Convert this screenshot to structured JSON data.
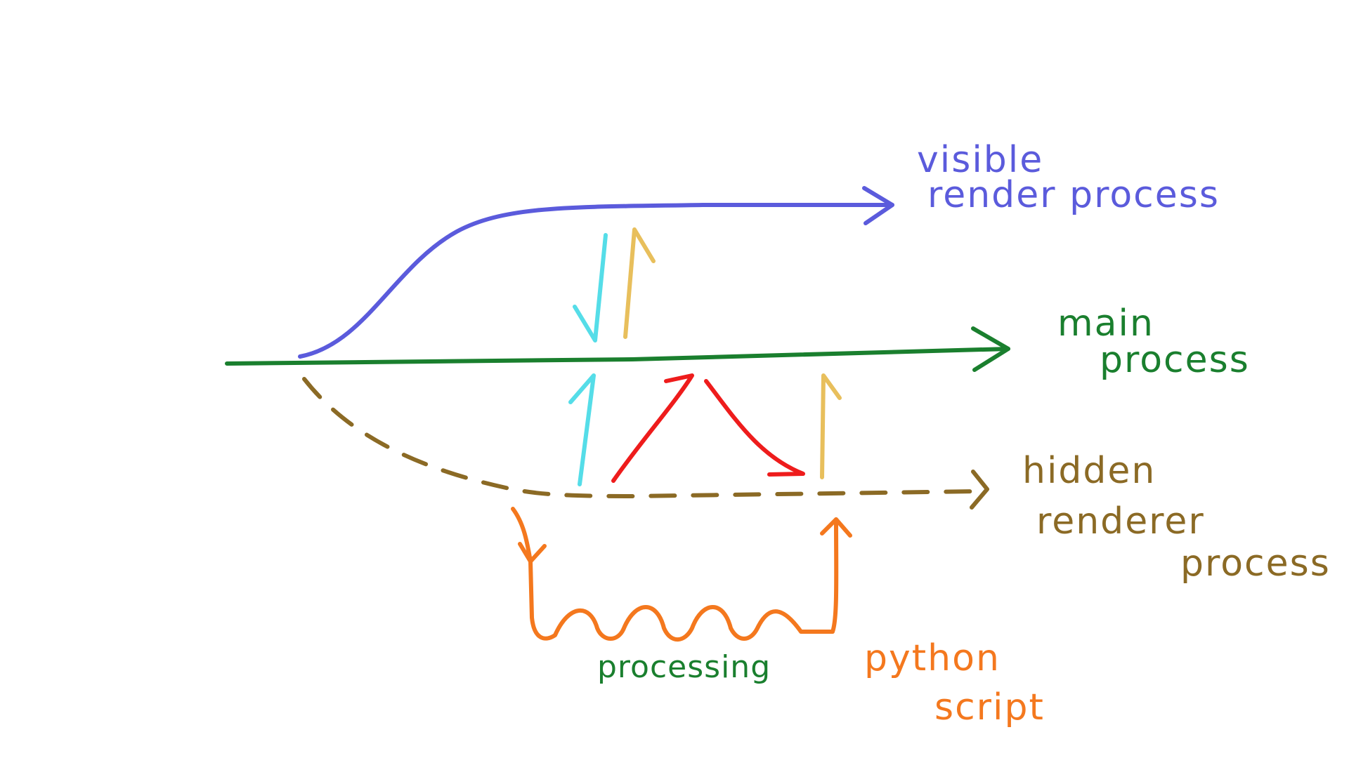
{
  "colors": {
    "visible": "#5b5bdc",
    "main": "#1a7f2e",
    "hidden": "#8b6a25",
    "python": "#f4781e",
    "cyan": "#55dde8",
    "yellow": "#e8bf5c",
    "red": "#ee1c1c",
    "processing_label": "#1a7f2e"
  },
  "labels": {
    "visible_line1": "visible",
    "visible_line2": "render process",
    "main_line1": "main",
    "main_line2": "process",
    "hidden_line1": "hidden",
    "hidden_line2": "renderer",
    "hidden_line3": "process",
    "processing": "processing",
    "python_line1": "python",
    "python_line2": "script"
  }
}
